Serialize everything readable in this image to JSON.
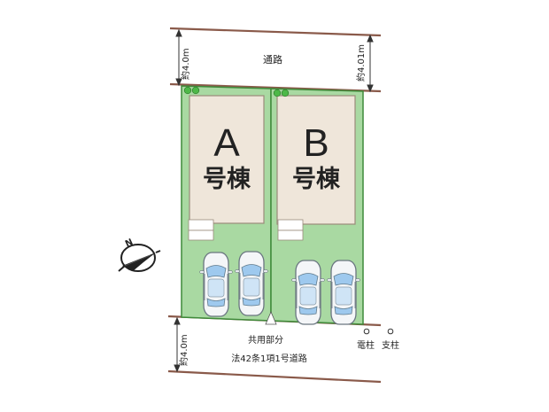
{
  "road_top": {
    "label": "通路"
  },
  "road_bottom": {
    "label": "法42条1項1号道路"
  },
  "shared_part": {
    "label": "共用部分"
  },
  "widths": {
    "top_left": "約4.0m",
    "top_right": "約4.01m",
    "bottom_left": "約4.0m"
  },
  "lots": [
    {
      "letter": "A",
      "name": "号棟"
    },
    {
      "letter": "B",
      "name": "号棟"
    }
  ],
  "poles": {
    "electric": "電柱",
    "support": "支柱"
  },
  "compass": {
    "label": "N"
  },
  "colors": {
    "boundary": "#8a5a4a",
    "lot_fill": "#a9d9a2",
    "lot_border": "#3f8a3a",
    "house_fill": "#efe6da",
    "house_border": "#9a8a7a",
    "tree": "#4db848"
  }
}
